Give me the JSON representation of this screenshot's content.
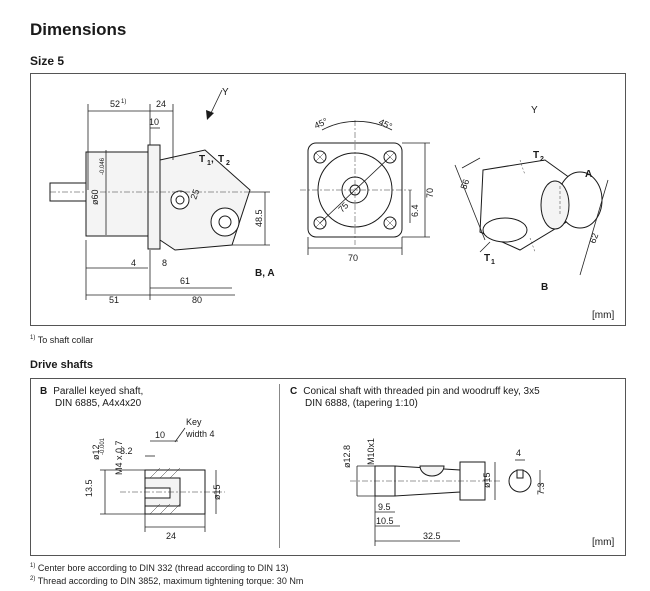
{
  "title": "Dimensions",
  "subtitle": "Size 5",
  "main_diagram": {
    "unit": "[mm]",
    "view_label_left": "Y",
    "view_label_right": "Y",
    "dims_left": {
      "d52": "52",
      "d52_sup": "1)",
      "d24": "24",
      "d10": "10",
      "d60": "ø60",
      "d60_tol": "-0.046",
      "d60_tol_up": "0",
      "d25": "25",
      "d4": "4",
      "d8": "8",
      "d61": "61",
      "d48_5": "48.5",
      "d51": "51",
      "d80": "80",
      "port_t": "T",
      "port_t1_sub": "1",
      "port_t2_sub": "2",
      "port_ba": "B, A"
    },
    "dims_mid": {
      "a45l": "45°",
      "a45r": "45°",
      "d75": "75",
      "d6_4": "6.4",
      "d70v": "70",
      "d70h": "70"
    },
    "dims_right": {
      "d56": "56",
      "d62": "62",
      "port_t2": "T",
      "port_t2_sub": "2",
      "port_a": "A",
      "port_t1": "T",
      "port_t1_sub": "1",
      "port_b": "B"
    }
  },
  "footnote1": {
    "sup": "1)",
    "text": "To shaft collar"
  },
  "drive_shafts": {
    "heading": "Drive shafts",
    "unit": "[mm]",
    "panel_b": {
      "letter": "B",
      "line1": "Parallel keyed shaft,",
      "line2": "DIN 6885, A4x4x20",
      "key_label_1": "Key",
      "key_label_2": "width 4",
      "d10": "10",
      "d3_2": "3.2",
      "d12": "ø12",
      "d12_tol": "-0.001",
      "d12_tol_up": "+0.012",
      "thread": "M4 x 0.7",
      "thread_sup": "1)",
      "d13_5": "13.5",
      "d15": "ø15",
      "d24": "24"
    },
    "panel_c": {
      "letter": "C",
      "line1": "Conical shaft with threaded pin and woodruff key, 3x5",
      "line2": "DIN 6888, (tapering 1:10)",
      "d12_8": "ø12.8",
      "thread": "M10x1",
      "thread_sup": "2)",
      "d15": "ø15",
      "d9_5": "9.5",
      "d10_5": "10.5",
      "d32_5": "32.5",
      "d4": "4",
      "d7_3": "7.3"
    }
  },
  "footnotes_bottom": [
    {
      "sup": "1)",
      "text": "Center bore according to DIN 332 (thread according to DIN 13)"
    },
    {
      "sup": "2)",
      "text": "Thread according to DIN 3852, maximum tightening torque: 30 Nm"
    }
  ]
}
